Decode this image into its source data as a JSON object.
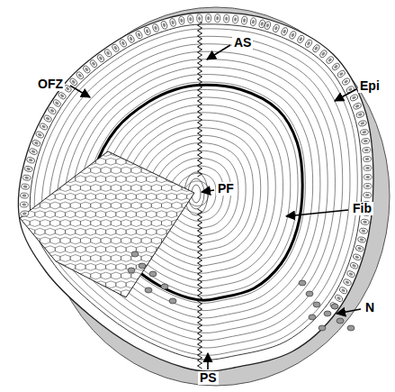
{
  "diagram": {
    "labels": [
      "AS",
      "OFZ",
      "Epi",
      "PF",
      "Fib",
      "N",
      "PS"
    ]
  }
}
